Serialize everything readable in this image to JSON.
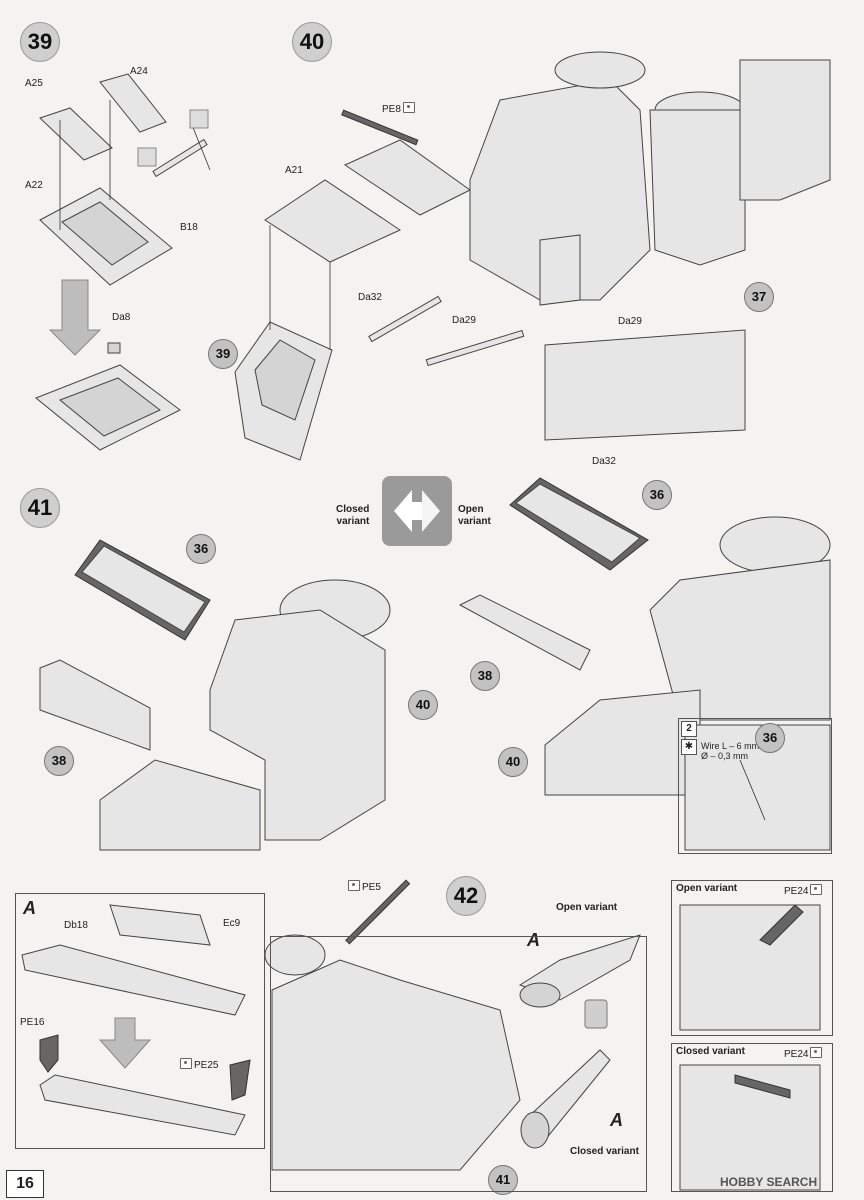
{
  "steps": {
    "s39": {
      "num": "39",
      "labels": {
        "a25": "A25",
        "a24": "A24",
        "a22": "A22",
        "b18": "B18",
        "da8": "Da8"
      }
    },
    "s40": {
      "num": "40",
      "labels": {
        "pe8": "PE8",
        "a21": "A21",
        "da32": "Da32",
        "da29": "Da29",
        "da29b": "Da29",
        "da32b": "Da32"
      },
      "callouts": {
        "c39": "39",
        "c37": "37"
      }
    },
    "s41": {
      "num": "41",
      "callouts": {
        "c36a": "36",
        "c38a": "38",
        "c40a": "40",
        "c36b": "36",
        "c38b": "38",
        "c40b": "40",
        "c36c": "36"
      }
    },
    "s42": {
      "num": "42",
      "labels": {
        "pe5": "PE5",
        "open_variant": "Open variant",
        "closed_variant": "Closed variant",
        "a1": "A",
        "a2": "A"
      },
      "callouts": {
        "c41": "41"
      }
    }
  },
  "variant_switch": {
    "closed": "Closed\nvariant",
    "open": "Open\nvariant"
  },
  "wire_note": {
    "step": "2",
    "line1": "Wire L – 6 mm",
    "line2": "Ø – 0,3 mm"
  },
  "subassembly_a": {
    "letter": "A",
    "db18": "Db18",
    "ec9": "Ec9",
    "pe16": "PE16",
    "pe25": "PE25"
  },
  "insets": {
    "open": {
      "title": "Open variant",
      "part": "PE24"
    },
    "closed": {
      "title": "Closed variant",
      "part": "PE24"
    }
  },
  "page_number": "16",
  "watermark": "HOBBY SEARCH"
}
